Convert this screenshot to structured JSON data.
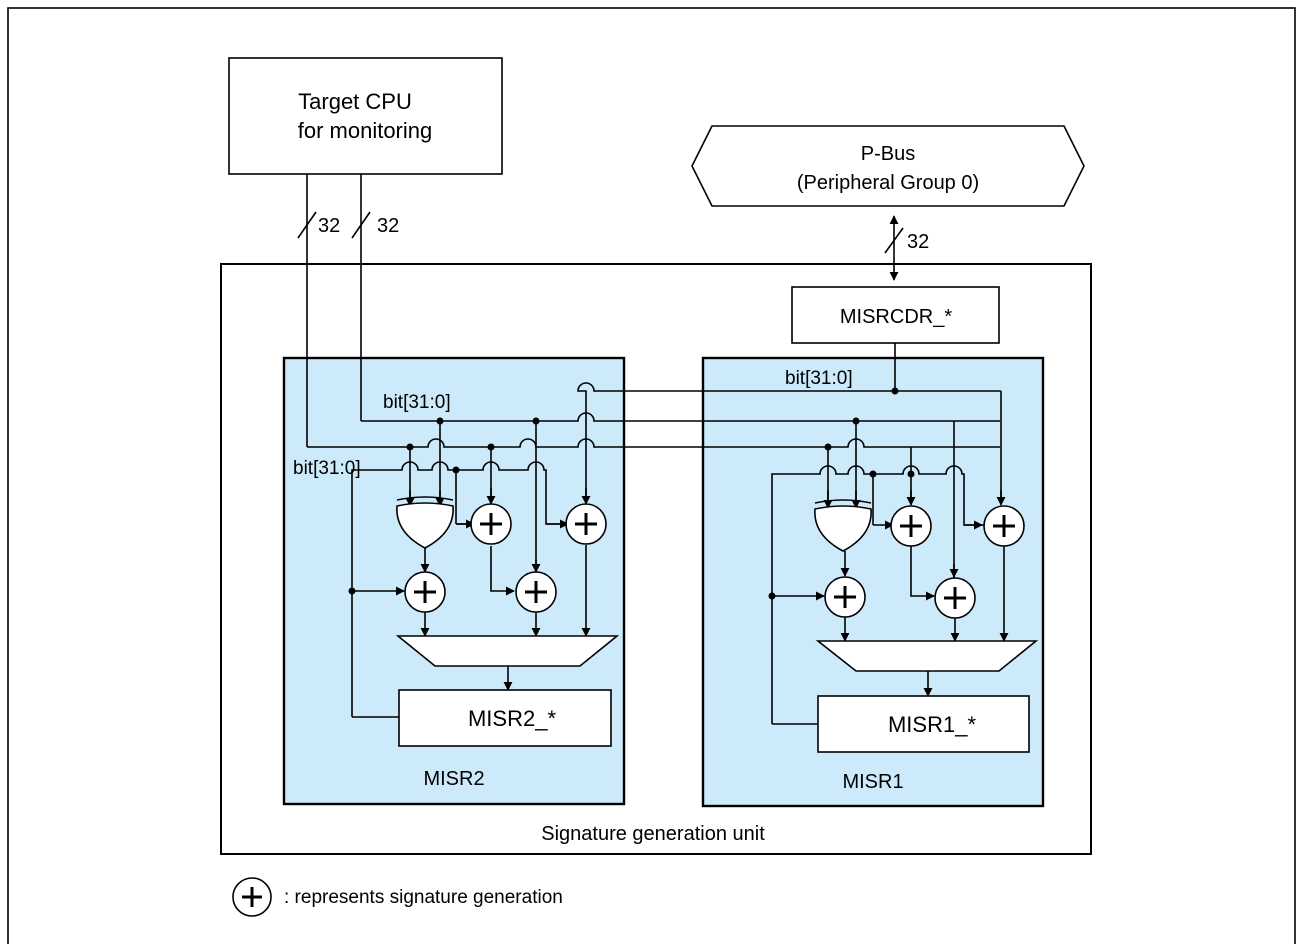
{
  "cpu_label_line1": "Target CPU",
  "cpu_label_line2": "for monitoring",
  "pbus_label_line1": "P-Bus",
  "pbus_label_line2": "(Peripheral Group 0)",
  "width_label_cpu_a": "32",
  "width_label_cpu_b": "32",
  "width_label_pbus": "32",
  "misrcdr_label": "MISRCDR_*",
  "bit_label_cdr": "bit[31:0]",
  "bit_label_cpu_upper": "bit[31:0]",
  "bit_label_cpu_lower": "bit[31:0]",
  "misr2_reg_label": "MISR2_*",
  "misr1_reg_label": "MISR1_*",
  "misr2_block_label": "MISR2",
  "misr1_block_label": "MISR1",
  "unit_label": "Signature generation unit",
  "legend_text": ": represents signature generation",
  "icons": [
    "xor-gate-icon",
    "signature-plus-icon",
    "multiplexer-icon",
    "arrow-icon"
  ],
  "colors": {
    "misr_fill": "#cdeafb",
    "line": "#000000"
  }
}
